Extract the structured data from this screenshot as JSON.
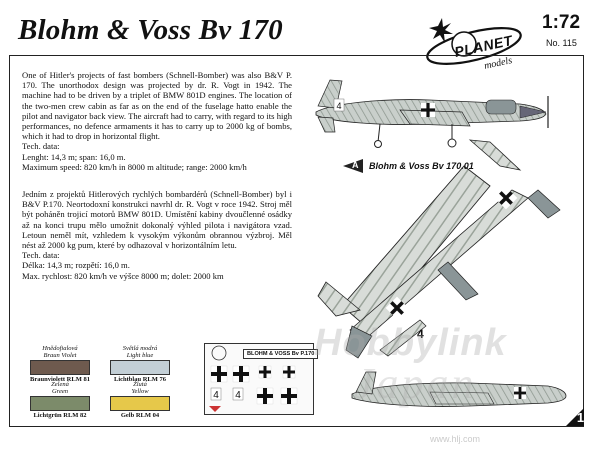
{
  "header": {
    "title": "Blohm & Voss Bv 170",
    "scale": "1:72",
    "catalog_no": "No. 115",
    "brand": "PLANET",
    "brand_sub": "models"
  },
  "text": {
    "english": {
      "body": "One of Hitler's projects of fast bombers (Schnell-Bomber) was also B&V P. 170. The unorthodox design was projected by dr. R. Vogt in 1942. The machine had to be driven by a triplet of BMW 801D engines. The location of the two-men crew cabin as far as on the end of the fuselage hatto enable the pilot and navigator back view. The aircraft had to carry, with regard to its high performances, no defence armaments it has to carry up to 2000 kg of bombs, which it had to drop in horizontal flight.",
      "tech_heading": "Tech. data:",
      "tech_line1": "Lenght: 14,3 m; span: 16,0 m.",
      "tech_line2": "Maximum speed: 820 km/h in 8000 m altitude; range: 2000 km/h"
    },
    "czech": {
      "body": "Jedním z projektů Hitlerových rychlých bombardérů (Schnell-Bomber) byl i B&V P.170. Neortodoxní konstrukci navrhl dr. R. Vogt v roce 1942. Stroj měl být poháněn trojicí motorů BMW 801D. Umístění kabiny dvoučlenné osádky až na konci trupu mělo umožnit dokonalý výhled pilota i navigátora vzad. Letoun neměl mít, vzhledem k vysokým výkonům obrannou výzbroj. Měl nést až 2000 kg pum, které by odhazoval v horizontálním letu.",
      "tech_heading": "Tech. data:",
      "tech_line1": "Délka: 14,3 m; rozpětí: 16,0 m.",
      "tech_line2": "Max. rychlost: 820 km/h ve výšce 8000 m; dolet: 2000 km"
    }
  },
  "profile": {
    "letter": "A",
    "caption": "Blohm & Voss Bv 170.01"
  },
  "colors": [
    {
      "czech": "Hnědofialová",
      "english": "Braun Violet",
      "code": "Braunviolett RLM 81",
      "hex": "#6e5a4e"
    },
    {
      "czech": "Světlá modrá",
      "english": "Light blue",
      "code": "Lichtblau RLM 76",
      "hex": "#c3cfd6"
    },
    {
      "czech": "Zelená",
      "english": "Green",
      "code": "Lichtgrün RLM 82",
      "hex": "#7c8b6a"
    },
    {
      "czech": "Žlutá",
      "english": "Yellow",
      "code": "Gelb RLM 04",
      "hex": "#e6c84a"
    }
  ],
  "decals": {
    "title": "BLOHM & VOSS Bv P.170",
    "markings": [
      "4",
      "4"
    ]
  },
  "aircraft_markings": {
    "top_code": "4",
    "tail_code": "4"
  },
  "page_number": "1",
  "watermark": {
    "line1": "Hobbylink",
    "line2": "Japan",
    "line3": "www.hlj.com"
  }
}
